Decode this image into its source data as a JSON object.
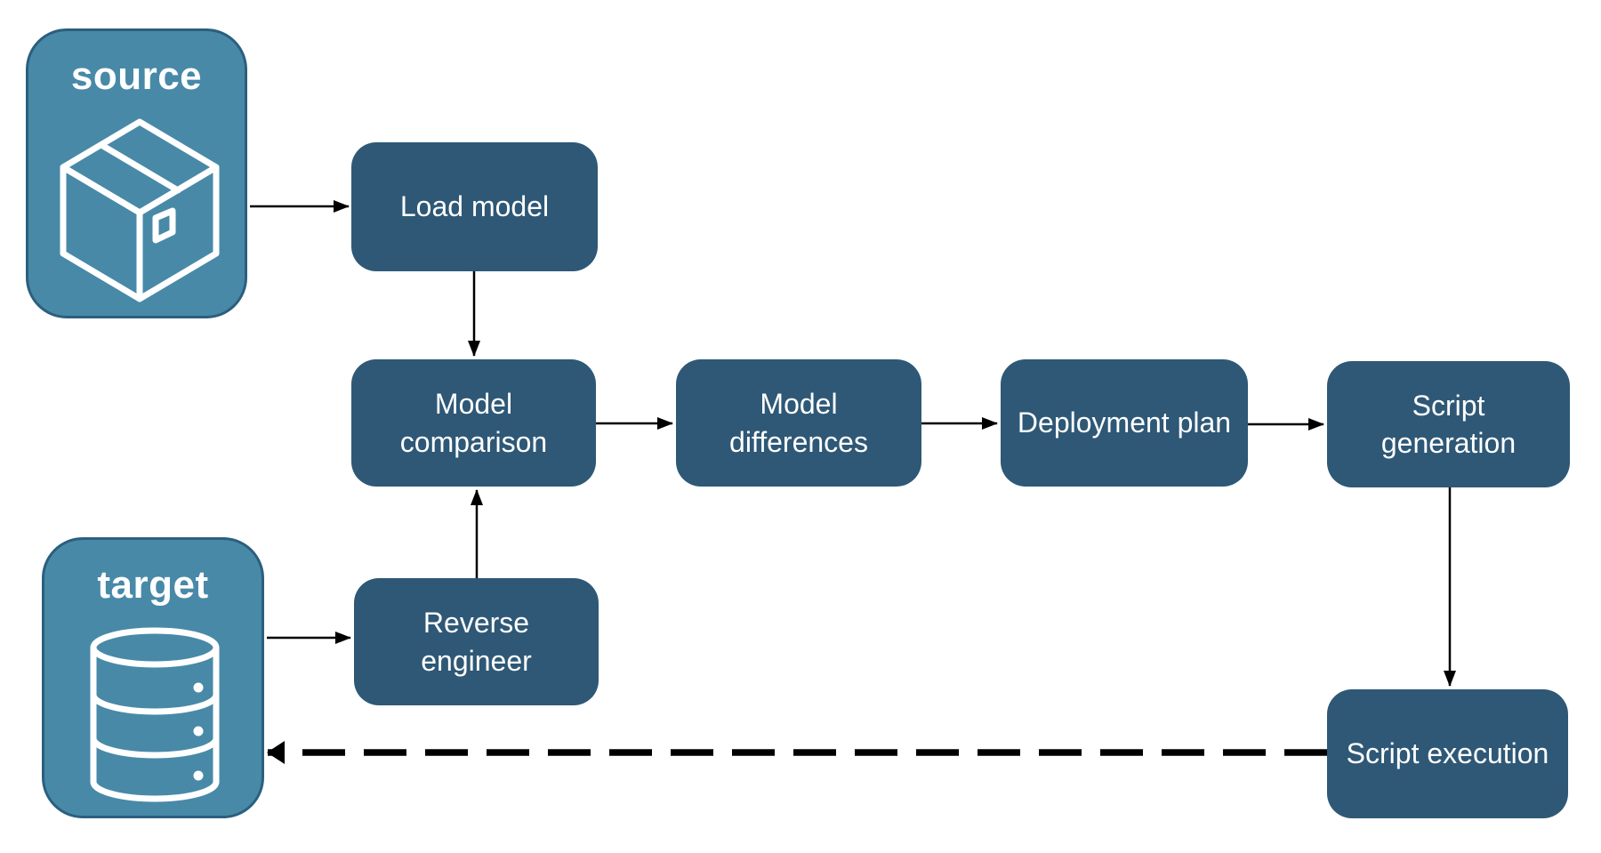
{
  "endpoints": {
    "source": {
      "label": "source",
      "icon": "package-icon"
    },
    "target": {
      "label": "target",
      "icon": "database-icon"
    }
  },
  "nodes": {
    "load_model": {
      "label": "Load model"
    },
    "model_comparison": {
      "label": "Model comparison"
    },
    "model_differences": {
      "label": "Model differences"
    },
    "deployment_plan": {
      "label": "Deployment plan"
    },
    "script_generation": {
      "label": "Script generation"
    },
    "reverse_engineer": {
      "label": "Reverse engineer"
    },
    "script_execution": {
      "label": "Script execution"
    }
  },
  "edges": [
    {
      "from": "source",
      "to": "load_model",
      "style": "solid"
    },
    {
      "from": "load_model",
      "to": "model_comparison",
      "style": "solid"
    },
    {
      "from": "model_comparison",
      "to": "model_differences",
      "style": "solid"
    },
    {
      "from": "model_differences",
      "to": "deployment_plan",
      "style": "solid"
    },
    {
      "from": "deployment_plan",
      "to": "script_generation",
      "style": "solid"
    },
    {
      "from": "script_generation",
      "to": "script_execution",
      "style": "solid"
    },
    {
      "from": "target",
      "to": "reverse_engineer",
      "style": "solid"
    },
    {
      "from": "reverse_engineer",
      "to": "model_comparison",
      "style": "solid"
    },
    {
      "from": "script_execution",
      "to": "target",
      "style": "dashed"
    }
  ],
  "colors": {
    "background": "#FFFFFF",
    "node_fill": "#2E5876",
    "endpoint_fill": "#4889A8",
    "endpoint_border": "#2B5F7E",
    "arrow": "#000000",
    "label_text": "#FFFFFF"
  }
}
